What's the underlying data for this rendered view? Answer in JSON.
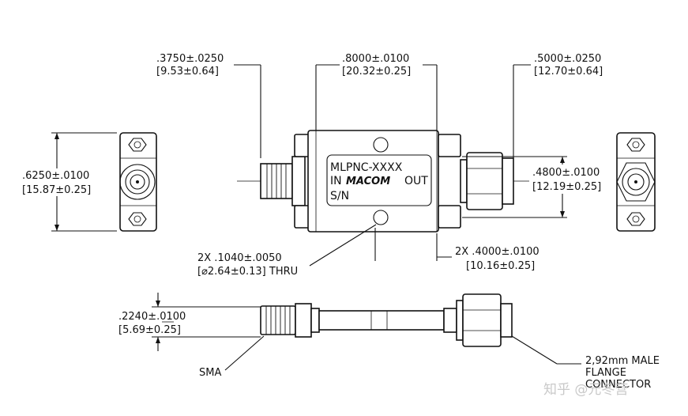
{
  "dimensions": {
    "connector_in_length": [
      ".3750±.0250",
      "[9.53±0.64]"
    ],
    "body_length": [
      ".8000±.0100",
      "[20.32±0.25]"
    ],
    "connector_out_length": [
      ".5000±.0250",
      "[12.70±0.64]"
    ],
    "left_view_height": [
      ".6250±.0100",
      "[15.87±0.25]"
    ],
    "right_height": [
      ".4800±.0100",
      "[12.19±0.25]"
    ],
    "hole_note": [
      "2X .1040±.0050",
      "[⌀2.64±0.13] THRU"
    ],
    "hole_spacing": [
      "2X .4000±.0100",
      "[10.16±0.25]"
    ],
    "side_height": [
      ".2240±.0100",
      "[5.69±0.25]"
    ]
  },
  "label": {
    "part": "MLPNC-XXXX",
    "in": "IN",
    "out": "OUT",
    "serial": "S/N",
    "logo": "MACOM"
  },
  "callouts": {
    "sma": "SMA",
    "male_connector": [
      "2,92mm MALE",
      "FLANGE",
      "CONNECTOR"
    ]
  },
  "watermark": "知乎 @元冬营"
}
